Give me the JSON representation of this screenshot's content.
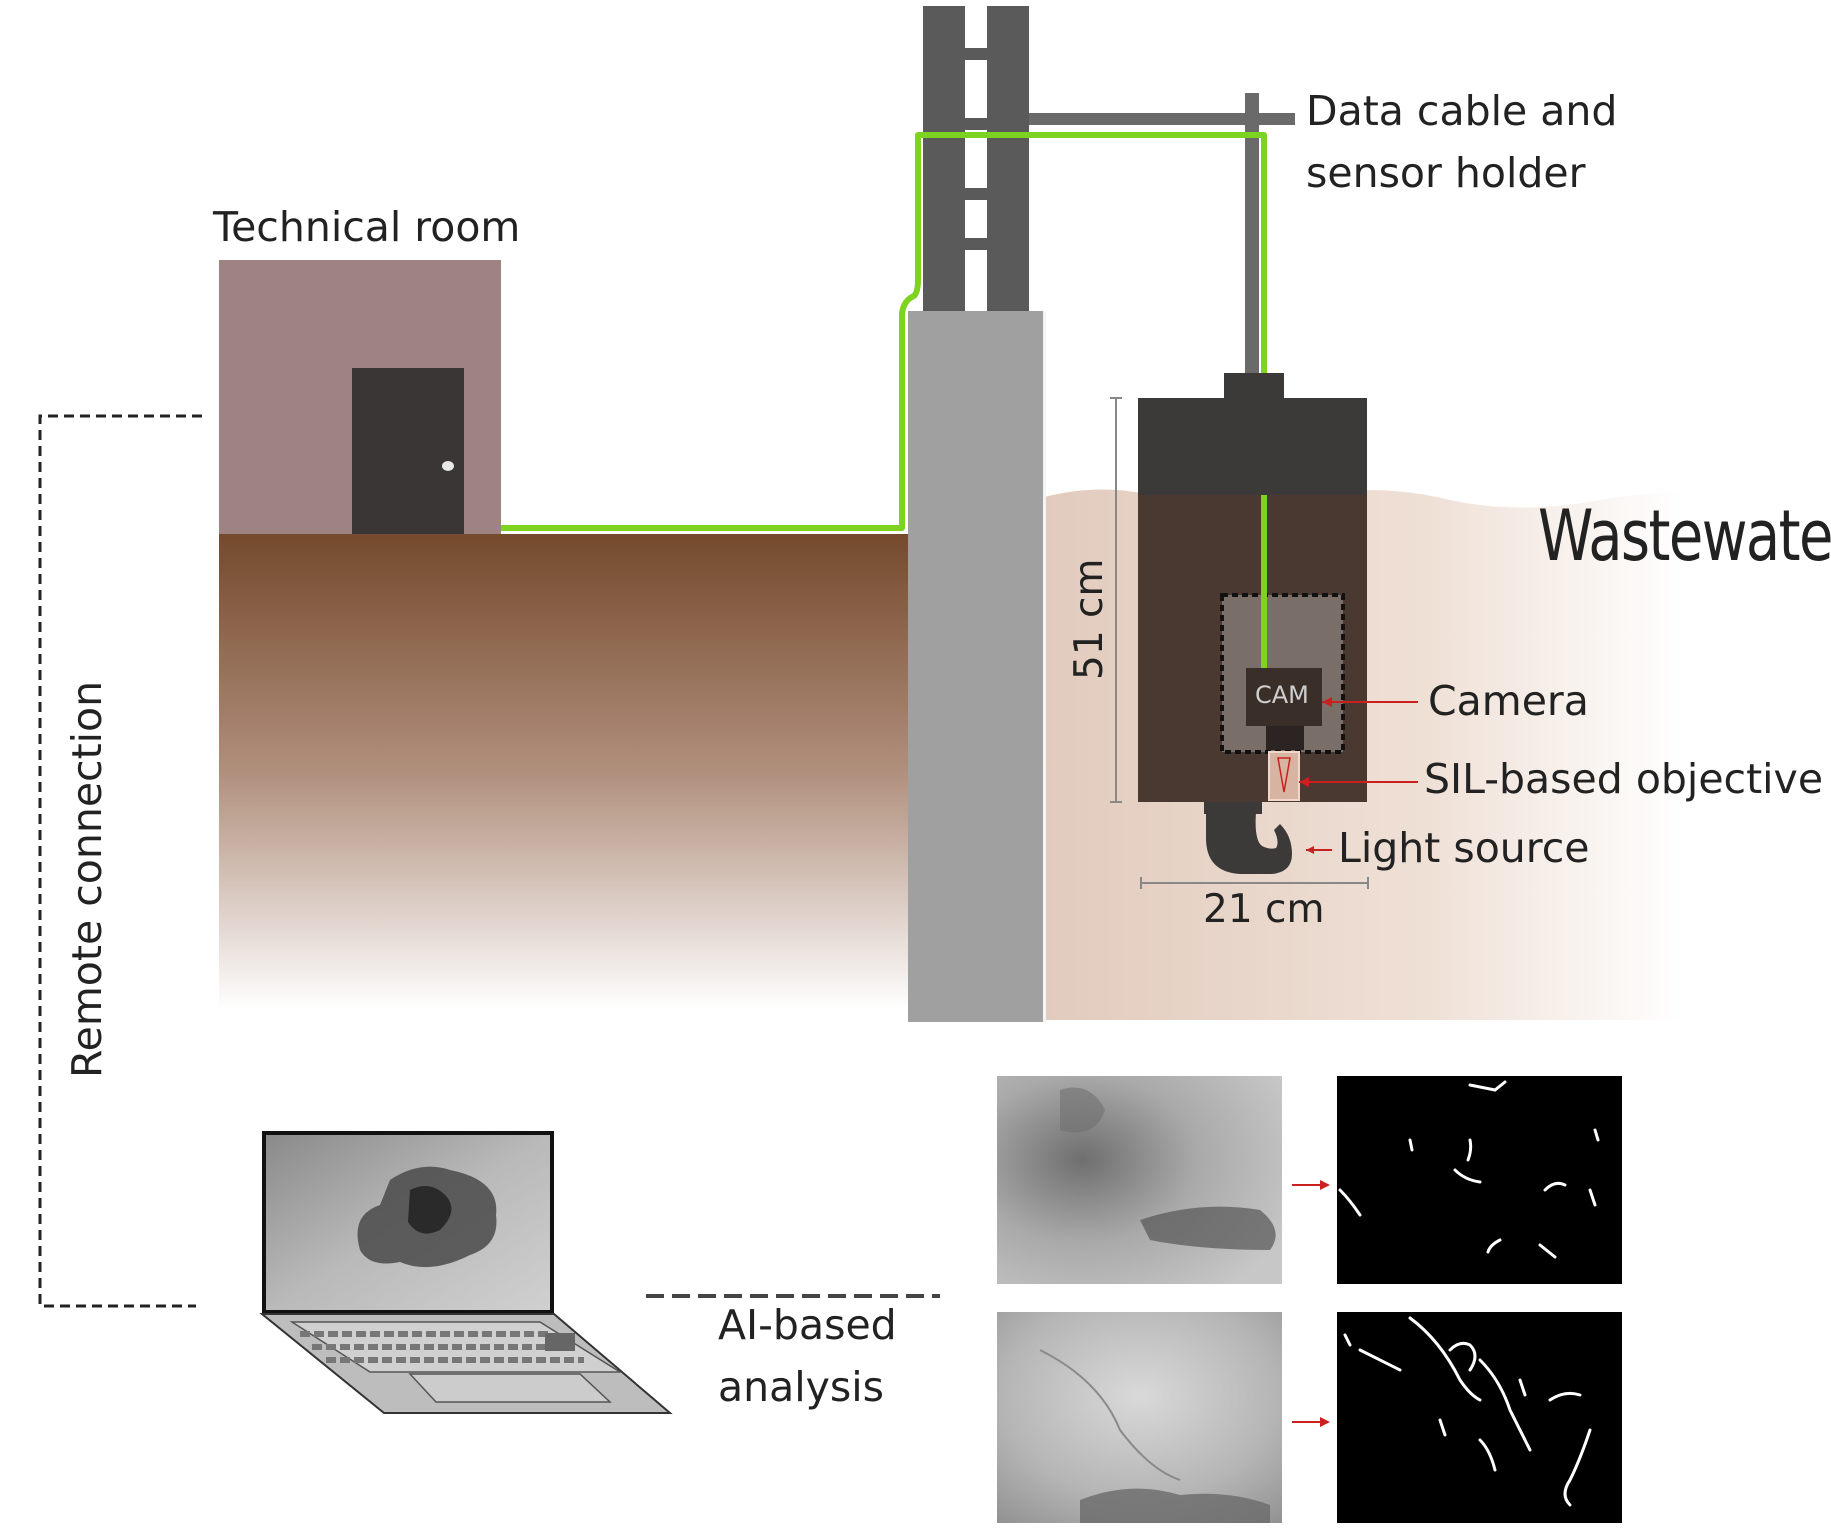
{
  "labels": {
    "technical_room": "Technical room",
    "data_cable_line1": "Data cable and",
    "data_cable_line2": "sensor holder",
    "wastewater": "Wastewater",
    "height_dim": "51 cm",
    "width_dim": "21 cm",
    "camera": "Camera",
    "cam_box": "CAM",
    "sil_objective": "SIL-based objective",
    "light_source": "Light source",
    "remote_connection": "Remote connection",
    "ai_line1": "AI-based",
    "ai_line2": "analysis"
  },
  "colors": {
    "cable_green": "#7ed321",
    "room_wall": "#9e8383",
    "door": "#3a3636",
    "soil_top": "#754a2d",
    "pillar": "#a0a0a0",
    "ladder": "#5a5a5a",
    "sensor_housing": "#3c3a39",
    "water": "#e8d5c8",
    "pointer_red": "#cc1f1f"
  },
  "icons": {
    "laptop": "laptop-icon",
    "arrow": "red-arrow-icon"
  }
}
